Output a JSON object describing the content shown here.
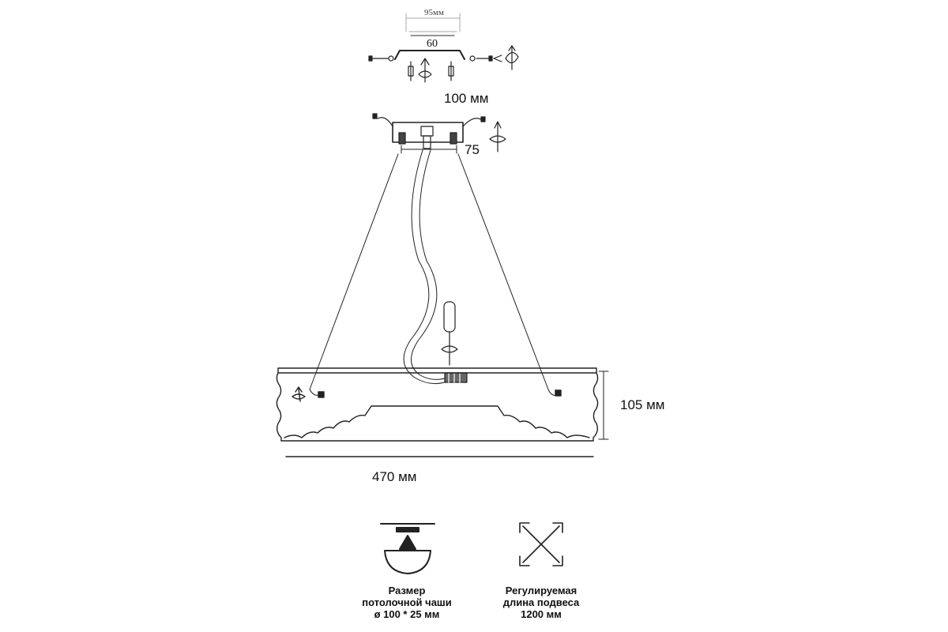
{
  "dimensions": {
    "bracket_width": "95мм",
    "bracket_hole_spacing": "60",
    "canopy_diameter": "100 мм",
    "canopy_mount_spacing": "75",
    "shade_height": "105 мм",
    "shade_diameter": "470 мм"
  },
  "specs": {
    "ceiling_cup": {
      "icon": "ceiling-cup-icon",
      "lines": [
        "Размер",
        "потолочной чаши",
        "ø 100 * 25 мм"
      ]
    },
    "suspension": {
      "icon": "adjustable-length-icon",
      "lines": [
        "Регулируемая",
        "длина подвеса",
        "1200 мм"
      ]
    }
  },
  "colors": {
    "line": "#222222",
    "text": "#111111"
  }
}
